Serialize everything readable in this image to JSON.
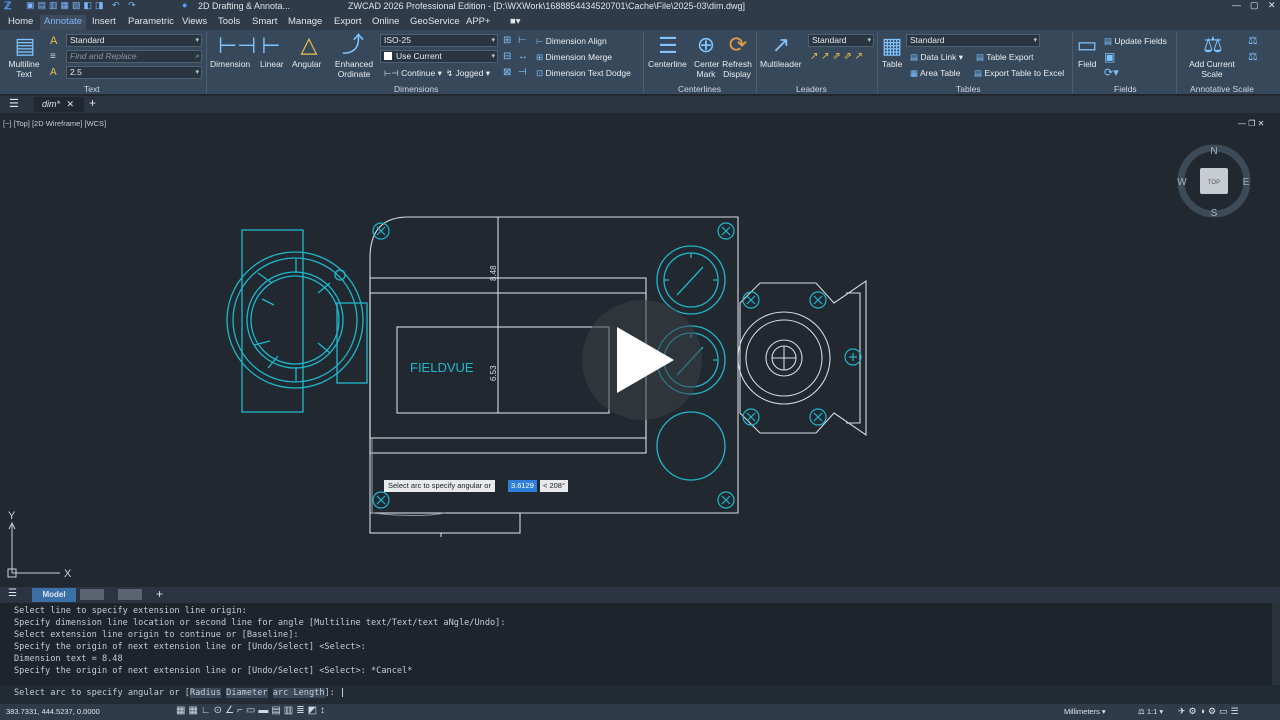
{
  "titlebar": {
    "workspace": "2D Drafting & Annota...",
    "title": "ZWCAD 2026 Professional Edition - [D:\\WXWork\\1688854434520701\\Cache\\File\\2025-03\\dim.dwg]"
  },
  "menu": [
    "Home",
    "Annotate",
    "Insert",
    "Parametric",
    "Views",
    "Tools",
    "Smart",
    "Manage",
    "Export",
    "Online",
    "GeoService",
    "APP+"
  ],
  "ribbon": {
    "text_panel": {
      "multiline_text": "Multiline Text",
      "style": "Standard",
      "find_placeholder": "Find and Replace",
      "height": "2.5",
      "label": "Text"
    },
    "dim_panel": {
      "dimension": "Dimension",
      "linear": "Linear",
      "angular": "Angular",
      "enhanced_ordinate": "Enhanced Ordinate",
      "style": "ISO-25",
      "layer": "Use Current",
      "continue": "Continue",
      "jogged": "Jogged",
      "align": "Dimension Align",
      "merge": "Dimension Merge",
      "dodge": "Dimension Text Dodge",
      "label": "Dimensions"
    },
    "center_panel": {
      "centerline": "Centerline",
      "center_mark": "Center Mark",
      "refresh": "Refresh Display",
      "label": "Centerlines"
    },
    "leaders_panel": {
      "multileader": "Multileader",
      "style": "Standard",
      "label": "Leaders"
    },
    "tables_panel": {
      "table": "Table",
      "style": "Standard",
      "data_link": "Data Link",
      "table_export": "Table Export",
      "area_table": "Area Table",
      "export_excel": "Export Table to Excel",
      "label": "Tables"
    },
    "fields_panel": {
      "field": "Field",
      "update_fields": "Update Fields",
      "label": "Fields"
    },
    "scale_panel": {
      "add_scale": "Add Current Scale",
      "label": "Annotative Scale"
    }
  },
  "doc_tab": "dim*",
  "viewport_label": "[−] [Top] [2D Wireframe] [WCS]",
  "viewcube": {
    "n": "N",
    "s": "S",
    "e": "E",
    "w": "W",
    "face": "TOP"
  },
  "drawing": {
    "brand": "FIELDVUE",
    "dim1": "8.48",
    "dim2": "6.53",
    "tooltip_prompt": "Select arc to specify angular or",
    "tooltip_value": "3.6129",
    "tooltip_angle": "< 208°"
  },
  "ucs": {
    "x": "X",
    "y": "Y"
  },
  "model_tab": "Model",
  "command_history": [
    "Select line to specify extension line origin:",
    "Specify dimension line location or second line for angle [Multiline text/Text/text aNgle/Undo]:",
    "Select extension line origin to continue or [Baseline]:",
    "Specify the origin of next extension line or [Undo/Select] <Select>:",
    "Dimension text = 8.48",
    "Specify the origin of next extension line or [Undo/Select] <Select>: *Cancel*"
  ],
  "command_prompt": {
    "prefix": "Select arc to specify angular or [",
    "opt1": "Radius",
    "opt2": "Diameter",
    "opt3": "arc Length",
    "suffix": "]:"
  },
  "status": {
    "coords": "383.7331, 444.5237, 0.0000",
    "units": "Millimeters",
    "scale": "1:1"
  },
  "colors": {
    "accent": "#1fb7cc",
    "ribbon": "#37485a",
    "background": "#212830"
  }
}
